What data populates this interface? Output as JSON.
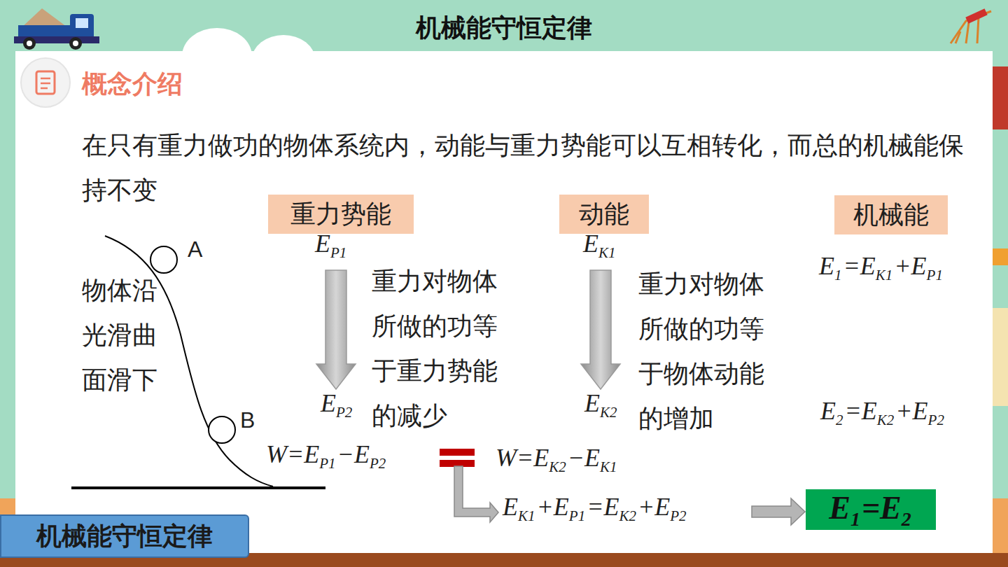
{
  "diagram": {
    "title": "机械能守恒定律",
    "nodes": [
      {
        "text": [
          "重力势能"
        ]
      },
      {
        "text": [
          "动能"
        ]
      },
      {
        "text": [
          "机械能"
        ]
      },
      {
        "text": [
          "E",
          "1",
          "=E",
          "2"
        ]
      },
      {
        "text": [
          "机械能守恒定律"
        ]
      }
    ],
    "labels": [
      "概念介绍",
      "在只有重力做功的物体系统内，动能与重力势能可以互相转化，而总的机械能保持不变",
      "A",
      "B",
      "物体沿光滑曲面滑下",
      "E",
      "P1",
      "E",
      "P2",
      "重力对物体所做的功等于重力势能的减少",
      "E",
      "K1",
      "E",
      "K2",
      "重力对物体所做的功等于物体动能的增加",
      "E",
      "1",
      "=E",
      "K1",
      "+E",
      "P1",
      "E",
      "2",
      "=E",
      "K2",
      "+E",
      "P2",
      "W=E",
      "P1",
      "−E",
      "P2",
      "W=E",
      "K2",
      "−E",
      "K1",
      "E",
      "K1",
      "+E",
      "P1",
      "=E",
      "K2",
      "+E",
      "P2"
    ]
  }
}
